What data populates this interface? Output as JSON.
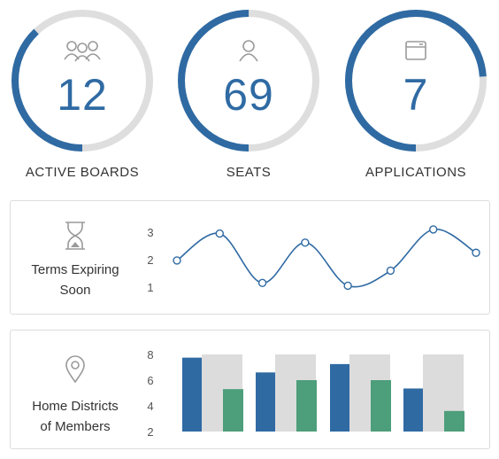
{
  "stats": [
    {
      "value": "12",
      "label": "ACTIVE BOARDS",
      "icon": "users-icon",
      "progress": 0.38
    },
    {
      "value": "69",
      "label": "SEATS",
      "icon": "user-icon",
      "progress": 0.5
    },
    {
      "value": "7",
      "label": "APPLICATIONS",
      "icon": "browser-window-icon",
      "progress": 0.74
    }
  ],
  "colors": {
    "accent": "#2f6aa3",
    "track": "#dedede",
    "green": "#4d9e7b",
    "gray_bar": "#dcdcdc"
  },
  "panels": {
    "terms": {
      "label_line1": "Terms Expiring",
      "label_line2": "Soon",
      "icon": "hourglass-icon"
    },
    "districts": {
      "label_line1": "Home Districts",
      "label_line2": "of Members",
      "icon": "map-pin-icon"
    }
  },
  "chart_data": [
    {
      "type": "line",
      "y_ticks": [
        "3",
        "2",
        "1"
      ],
      "ylim": [
        1,
        3
      ],
      "values": [
        1.97,
        2.95,
        1.15,
        2.62,
        1.05,
        1.6,
        3.1,
        2.25
      ],
      "grid": false
    },
    {
      "type": "bar",
      "y_ticks": [
        "8",
        "6",
        "4",
        "2"
      ],
      "ylim": [
        2,
        8
      ],
      "series": [
        {
          "values": [
            7.75,
            6.6,
            7.25,
            5.35
          ]
        },
        {
          "values": [
            8,
            8,
            8,
            8
          ]
        },
        {
          "values": [
            5.3,
            6.0,
            6.0,
            3.6
          ]
        }
      ],
      "grid": false
    }
  ]
}
